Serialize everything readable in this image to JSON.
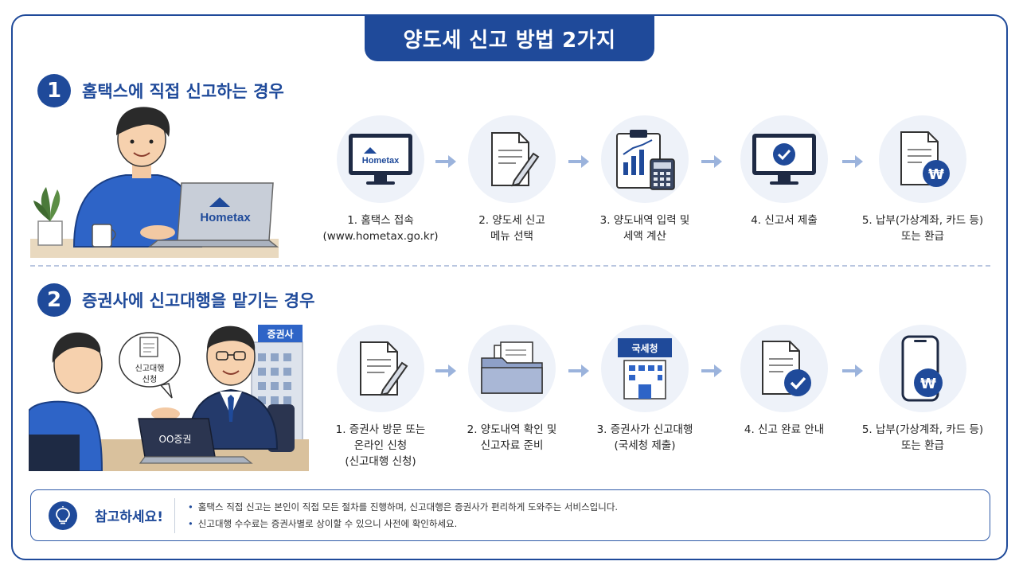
{
  "title": "양도세 신고 방법 2가지",
  "sections": [
    {
      "number": "1",
      "title": "홈택스에 직접 신고하는 경우",
      "laptop_logo": "Hometax",
      "steps": [
        {
          "label": "1. 홈택스 접속\n(www.hometax.go.kr)",
          "icon": "monitor-hometax-icon",
          "screen_logo": "Hometax"
        },
        {
          "label": "2. 양도세 신고\n메뉴 선택",
          "icon": "document-pen-icon"
        },
        {
          "label": "3. 양도내역 입력 및\n세액 계산",
          "icon": "clipboard-calculator-icon"
        },
        {
          "label": "4. 신고서 제출",
          "icon": "monitor-check-icon"
        },
        {
          "label": "5. 납부(가상계좌, 카드 등)\n또는 환급",
          "icon": "document-won-icon",
          "currency": "₩"
        }
      ]
    },
    {
      "number": "2",
      "title": "증권사에 신고대행을 맡기는 경우",
      "bubble_text": "신고대행\n신청",
      "building_sign": "증권사",
      "laptop_text": "OO증권",
      "steps": [
        {
          "label": "1. 증권사 방문 또는\n온라인 신청\n(신고대행 신청)",
          "icon": "document-pen-icon"
        },
        {
          "label": "2. 양도내역 확인 및\n신고자료 준비",
          "icon": "folder-documents-icon"
        },
        {
          "label": "3. 증권사가 신고대행\n(국세청 제출)",
          "icon": "tax-office-building-icon",
          "sign": "국세청"
        },
        {
          "label": "4. 신고 완료 안내",
          "icon": "document-check-icon"
        },
        {
          "label": "5. 납부(가상계좌, 카드 등)\n또는 환급",
          "icon": "phone-won-icon",
          "currency": "₩"
        }
      ]
    }
  ],
  "tip": {
    "title": "참고하세요!",
    "icon": "lightbulb-icon",
    "items": [
      "홈택스 직접 신고는 본인이 직접 모든 절차를 진행하며, 신고대행은 증권사가 편리하게 도와주는 서비스입니다.",
      "신고대행 수수료는 증권사별로 상이할 수 있으니 사전에 확인하세요."
    ]
  },
  "colors": {
    "primary": "#1f4a9a",
    "arrow": "#9bb3dc",
    "step_bg": "#eef2f9"
  }
}
